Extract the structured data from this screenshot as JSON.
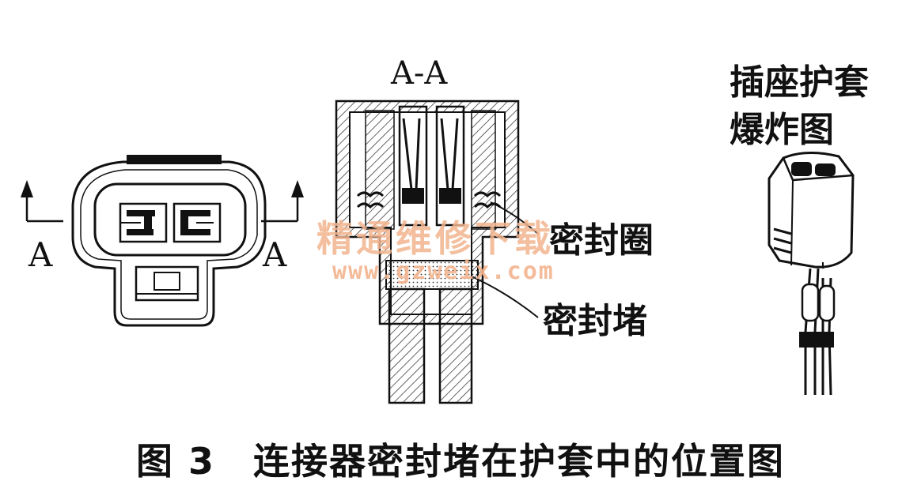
{
  "labels": {
    "section": "A-A",
    "arrow_left": "A",
    "arrow_right": "A",
    "seal_ring": "密封圈",
    "seal_plug": "密封堵",
    "exploded_line1": "插座护套",
    "exploded_line2": "爆炸图"
  },
  "caption": "图 3　连接器密封堵在护套中的位置图",
  "watermark": {
    "text": "精通维修下载",
    "url": "www.gzweix.com"
  },
  "colors": {
    "ink": "#111111",
    "watermark": "#f2b48e"
  }
}
